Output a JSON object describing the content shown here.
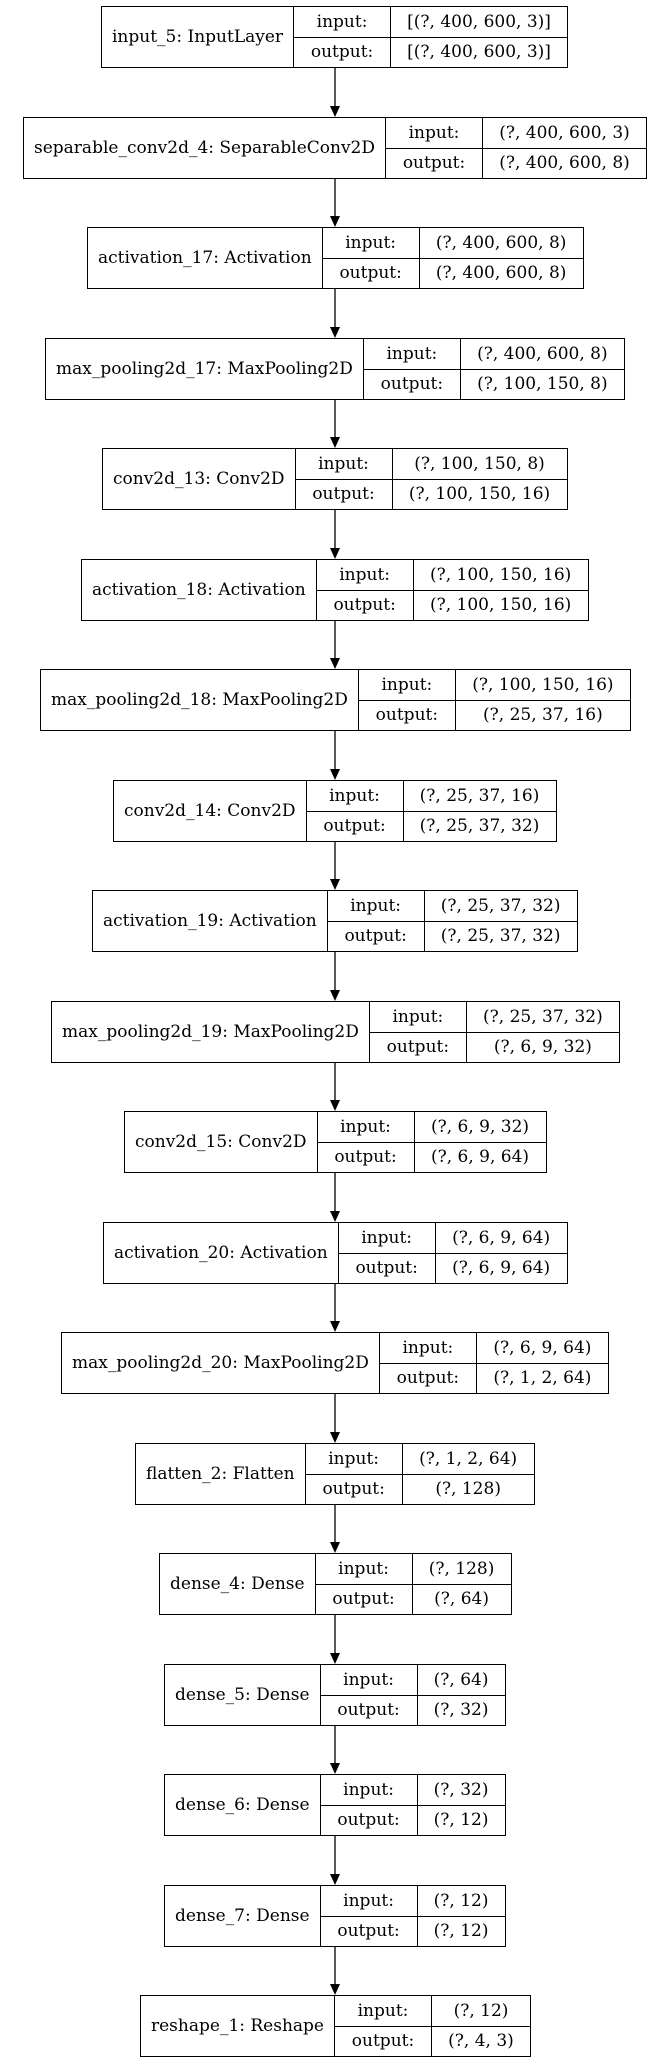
{
  "colors": {
    "stroke": "#000000",
    "background": "#ffffff"
  },
  "io_labels": {
    "input": "input:",
    "output": "output:"
  },
  "layers": [
    {
      "name": "input_5: InputLayer",
      "input": "[(?, 400, 600, 3)]",
      "output": "[(?, 400, 600, 3)]"
    },
    {
      "name": "separable_conv2d_4: SeparableConv2D",
      "input": "(?, 400, 600, 3)",
      "output": "(?, 400, 600, 8)"
    },
    {
      "name": "activation_17: Activation",
      "input": "(?, 400, 600, 8)",
      "output": "(?, 400, 600, 8)"
    },
    {
      "name": "max_pooling2d_17: MaxPooling2D",
      "input": "(?, 400, 600, 8)",
      "output": "(?, 100, 150, 8)"
    },
    {
      "name": "conv2d_13: Conv2D",
      "input": "(?, 100, 150, 8)",
      "output": "(?, 100, 150, 16)"
    },
    {
      "name": "activation_18: Activation",
      "input": "(?, 100, 150, 16)",
      "output": "(?, 100, 150, 16)"
    },
    {
      "name": "max_pooling2d_18: MaxPooling2D",
      "input": "(?, 100, 150, 16)",
      "output": "(?, 25, 37, 16)"
    },
    {
      "name": "conv2d_14: Conv2D",
      "input": "(?, 25, 37, 16)",
      "output": "(?, 25, 37, 32)"
    },
    {
      "name": "activation_19: Activation",
      "input": "(?, 25, 37, 32)",
      "output": "(?, 25, 37, 32)"
    },
    {
      "name": "max_pooling2d_19: MaxPooling2D",
      "input": "(?, 25, 37, 32)",
      "output": "(?, 6, 9, 32)"
    },
    {
      "name": "conv2d_15: Conv2D",
      "input": "(?, 6, 9, 32)",
      "output": "(?, 6, 9, 64)"
    },
    {
      "name": "activation_20: Activation",
      "input": "(?, 6, 9, 64)",
      "output": "(?, 6, 9, 64)"
    },
    {
      "name": "max_pooling2d_20: MaxPooling2D",
      "input": "(?, 6, 9, 64)",
      "output": "(?, 1, 2, 64)"
    },
    {
      "name": "flatten_2: Flatten",
      "input": "(?, 1, 2, 64)",
      "output": "(?, 128)"
    },
    {
      "name": "dense_4: Dense",
      "input": "(?, 128)",
      "output": "(?, 64)"
    },
    {
      "name": "dense_5: Dense",
      "input": "(?, 64)",
      "output": "(?, 32)"
    },
    {
      "name": "dense_6: Dense",
      "input": "(?, 32)",
      "output": "(?, 12)"
    },
    {
      "name": "dense_7: Dense",
      "input": "(?, 12)",
      "output": "(?, 12)"
    },
    {
      "name": "reshape_1: Reshape",
      "input": "(?, 12)",
      "output": "(?, 4, 3)"
    }
  ]
}
